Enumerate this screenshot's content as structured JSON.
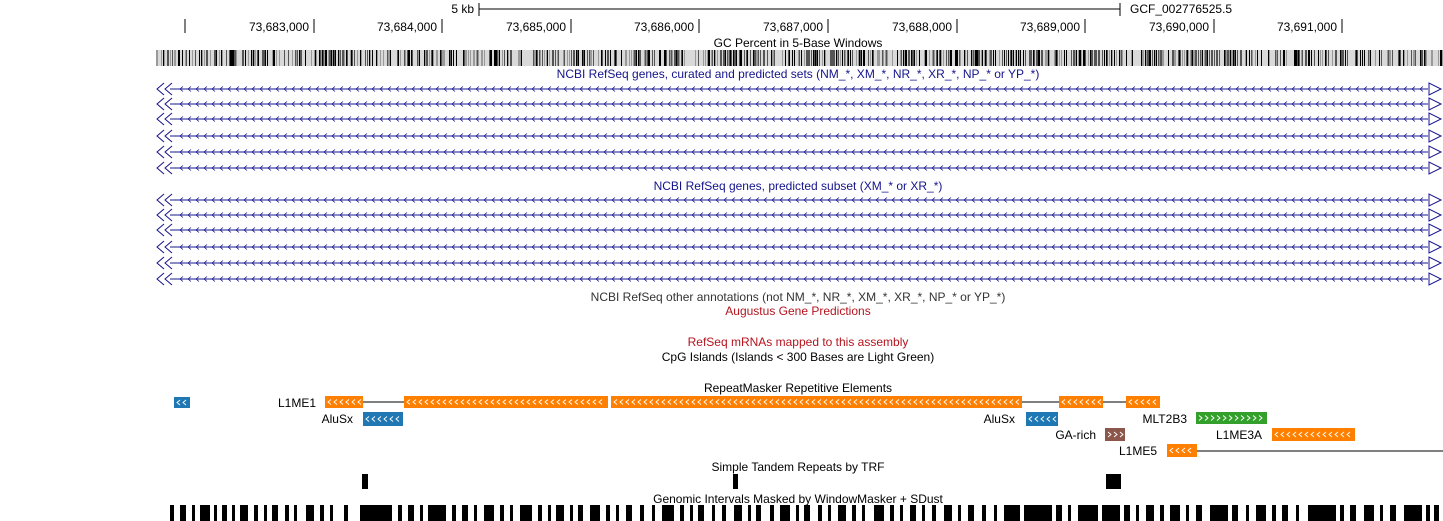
{
  "ruler": {
    "scale_label": "5 kb",
    "assembly": "GCF_002776525.5",
    "ticks": [
      "73,683,000",
      "73,684,000",
      "73,685,000",
      "73,686,000",
      "73,687,000",
      "73,688,000",
      "73,689,000",
      "73,690,000",
      "73,691,000"
    ]
  },
  "tracks": {
    "gc_percent": "GC Percent in 5-Base Windows",
    "refseq_all": "NCBI RefSeq genes, curated and predicted sets (NM_*, XM_*, NR_*, XR_*, NP_* or YP_*)",
    "refseq_predicted": "NCBI RefSeq genes, predicted subset (XM_* or XR_*)",
    "refseq_other": "NCBI RefSeq other annotations (not NM_*, NR_*, XM_*, XR_*, NP_* or YP_*)",
    "augustus": "Augustus Gene Predictions",
    "refseq_mrnas": "RefSeq mRNAs mapped to this assembly",
    "cpg": "CpG Islands (Islands < 300 Bases are Light Green)",
    "repeatmasker": "RepeatMasker Repetitive Elements",
    "trf": "Simple Tandem Repeats by TRF",
    "windowmasker": "Genomic Intervals Masked by WindowMasker + SDust"
  },
  "repeat_labels": {
    "l1me1": "L1ME1",
    "alusx_1": "AluSx",
    "alusx_2": "AluSx",
    "mlt2b3": "MLT2B3",
    "l1me3a": "L1ME3A",
    "ga_rich": "GA-rich",
    "l1me5": "L1ME5"
  },
  "colors": {
    "refseq_navy": "#14148c",
    "augustus_red": "#b4141e",
    "line_repeat": "#ff7f00",
    "sine_repeat": "#1f78b4",
    "ltr_repeat": "#33a02c",
    "low_complexity": "#8c564b"
  }
}
